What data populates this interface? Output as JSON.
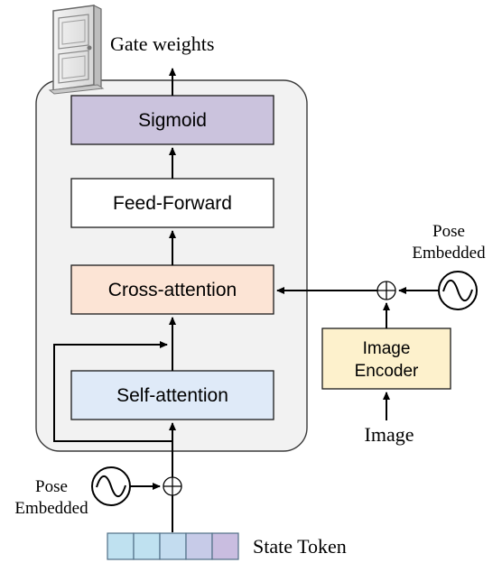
{
  "diagram": {
    "output_label": "Gate weights",
    "blocks": {
      "sigmoid": "Sigmoid",
      "feed_forward": "Feed-Forward",
      "cross_attention": "Cross-attention",
      "self_attention": "Self-attention",
      "image_encoder_line1": "Image",
      "image_encoder_line2": "Encoder"
    },
    "inputs": {
      "image": "Image",
      "state_token": "State Token",
      "pose_embedded_right_line1": "Pose",
      "pose_embedded_right_line2": "Embedded",
      "pose_embedded_left_line1": "Pose",
      "pose_embedded_left_line2": "Embedded"
    },
    "colors": {
      "sigmoid_fill": "#cbc3dd",
      "cross_attention_fill": "#fce4d5",
      "self_attention_fill": "#dfeaf8",
      "image_encoder_fill": "#fdf1cc",
      "container_fill": "#f2f2f2",
      "token_cells": [
        "#bfe1f0",
        "#bfe1f0",
        "#c3dcef",
        "#c7cbe8",
        "#c9bde0"
      ]
    },
    "icons": {
      "door": "door-icon",
      "sine_source": "sine-wave-icon",
      "sum": "circle-plus-icon"
    }
  }
}
